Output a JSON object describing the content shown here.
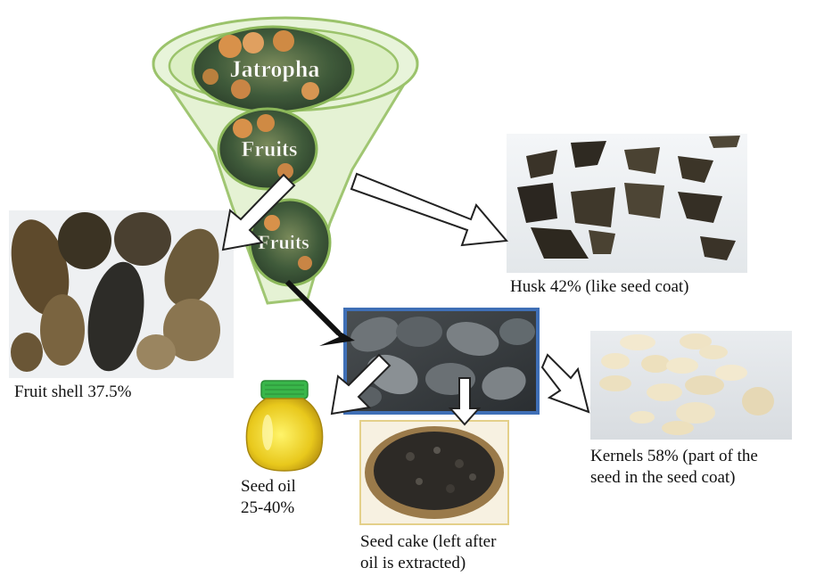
{
  "funnel": {
    "labels": [
      "Jatropha",
      "Fruits",
      "Fruits"
    ]
  },
  "captions": {
    "fruit_shell": "Fruit shell 37.5%",
    "husk": "Husk 42% (like seed coat)",
    "kernels_line1": "Kernels 58% (part of the",
    "kernels_line2": "seed in the seed coat)",
    "seed_oil_line1": "Seed oil",
    "seed_oil_line2": "25-40%",
    "seed_cake_line1": "Seed cake (left after",
    "seed_cake_line2": "oil is extracted)"
  },
  "colors": {
    "funnel_fill": "#dcefc4",
    "funnel_stroke": "#9bc36b",
    "seed_frame": "#3f6fb6",
    "arrow_fill": "#ffffff",
    "arrow_stroke": "#222222"
  }
}
